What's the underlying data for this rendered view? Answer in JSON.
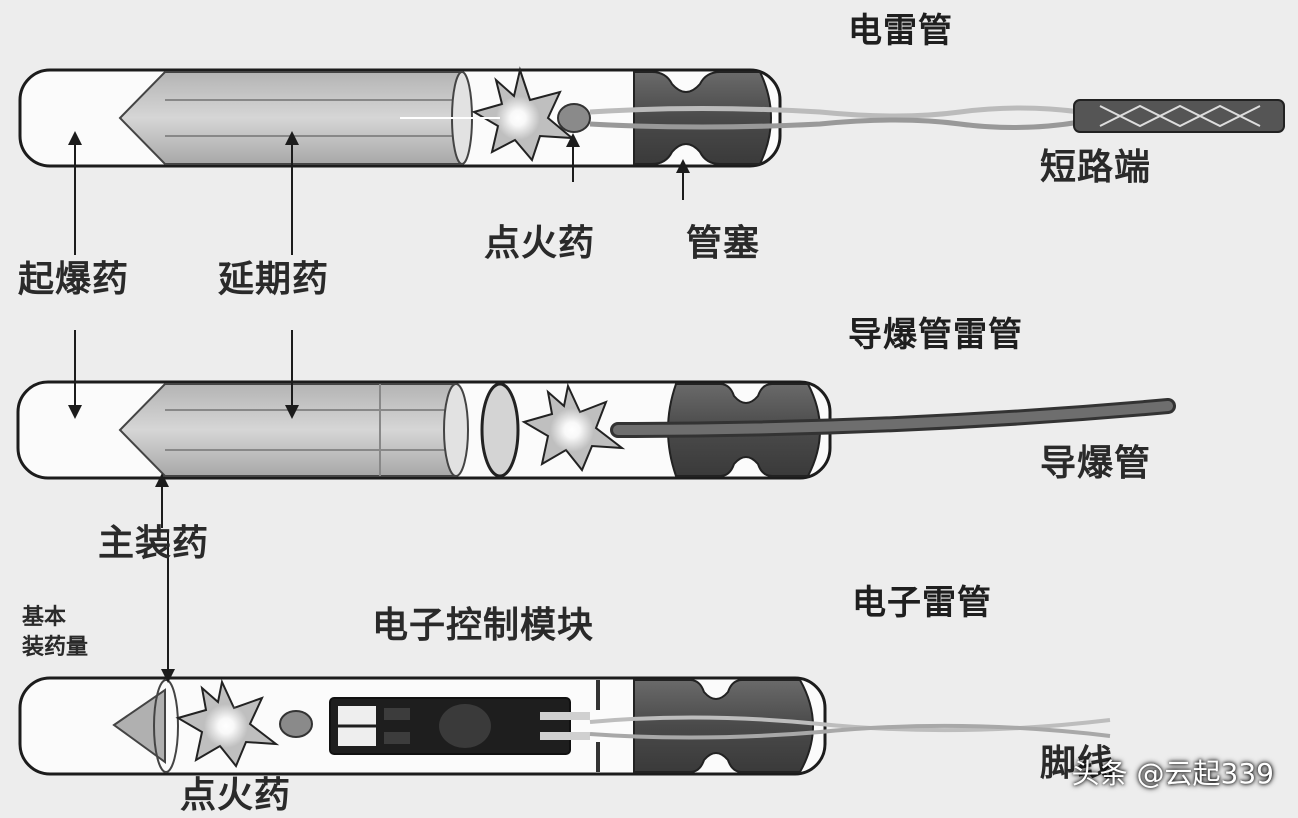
{
  "detonators": {
    "electric": {
      "title": "电雷管",
      "short_circuit_end": "短路端",
      "ignition_charge": "点火药",
      "tube_plug": "管塞"
    },
    "shock_tube": {
      "title": "导爆管雷管",
      "shock_tube": "导爆管"
    },
    "electronic": {
      "title": "电子雷管",
      "control_module": "电子控制模块",
      "basic_charge": [
        "基本",
        "装药量"
      ],
      "ignition_charge": "点火药",
      "leg_wire": "脚线"
    }
  },
  "shared_labels": {
    "primary_explosive": "起爆药",
    "delay_charge": "延期药",
    "main_charge": "主装药"
  },
  "watermark": "头条 @云起339",
  "colors": {
    "tube_outline": "#1c1c1c",
    "tube_fill": "#fbfbfb",
    "charge_fill": "#c6c6c6",
    "plug_fill": "#555555",
    "background": "#ededed"
  }
}
